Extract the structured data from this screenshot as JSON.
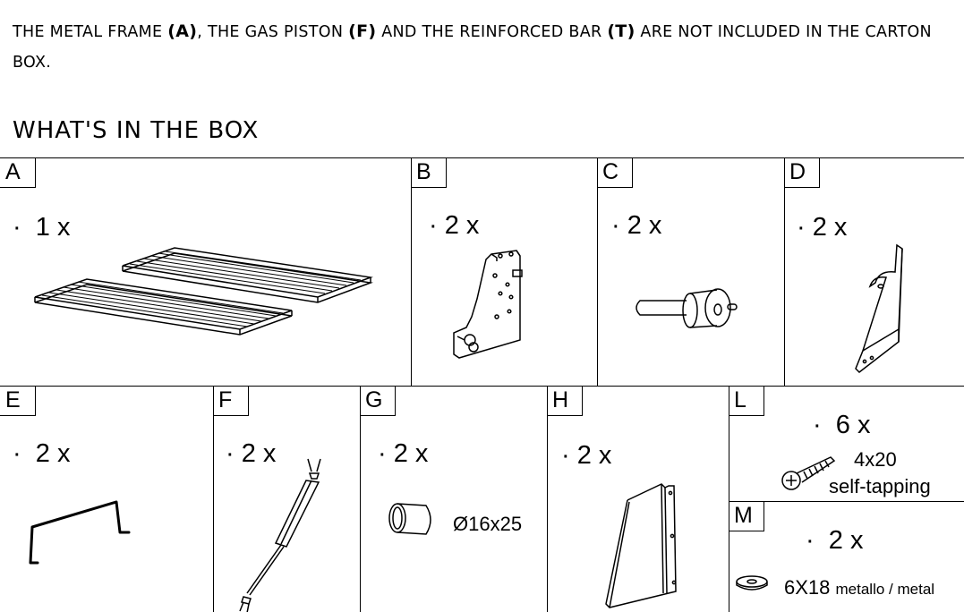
{
  "note": {
    "part1": "THE METAL FRAME",
    "ref_a": "(A)",
    "part2": ", THE GAS PISTON",
    "ref_f": "(F)",
    "part3": " AND THE REINFORCED BAR",
    "ref_t": "(T)",
    "part4": " ARE NOT INCLUDED IN THE CARTON BOX."
  },
  "heading": "WHAT'S IN THE BOX",
  "parts": {
    "a": {
      "letter": "A",
      "qty": "·  1 x",
      "icon": "bed-slat-frame-icon"
    },
    "b": {
      "letter": "B",
      "qty": "· 2 x",
      "icon": "mounting-bracket-plate-icon"
    },
    "c": {
      "letter": "C",
      "qty": "· 2 x",
      "icon": "pivot-pin-icon"
    },
    "d": {
      "letter": "D",
      "qty": "· 2 x",
      "icon": "angled-arm-icon"
    },
    "e": {
      "letter": "E",
      "qty": "·  2 x",
      "icon": "bent-rod-icon"
    },
    "f": {
      "letter": "F",
      "qty": "· 2 x",
      "icon": "gas-piston-icon"
    },
    "g": {
      "letter": "G",
      "qty": "· 2 x",
      "icon": "spacer-tube-icon",
      "label": "Ø16x25"
    },
    "h": {
      "letter": "H",
      "qty": "· 2 x",
      "icon": "corner-plate-icon"
    },
    "l": {
      "letter": "L",
      "qty": "·  6 x",
      "icon": "screw-icon",
      "label1": "4x20",
      "label2": "self-tapping"
    },
    "m": {
      "letter": "M",
      "qty": "·  2 x",
      "icon": "washer-icon",
      "label_main": "6X18",
      "label_small": "metallo / metal"
    }
  }
}
